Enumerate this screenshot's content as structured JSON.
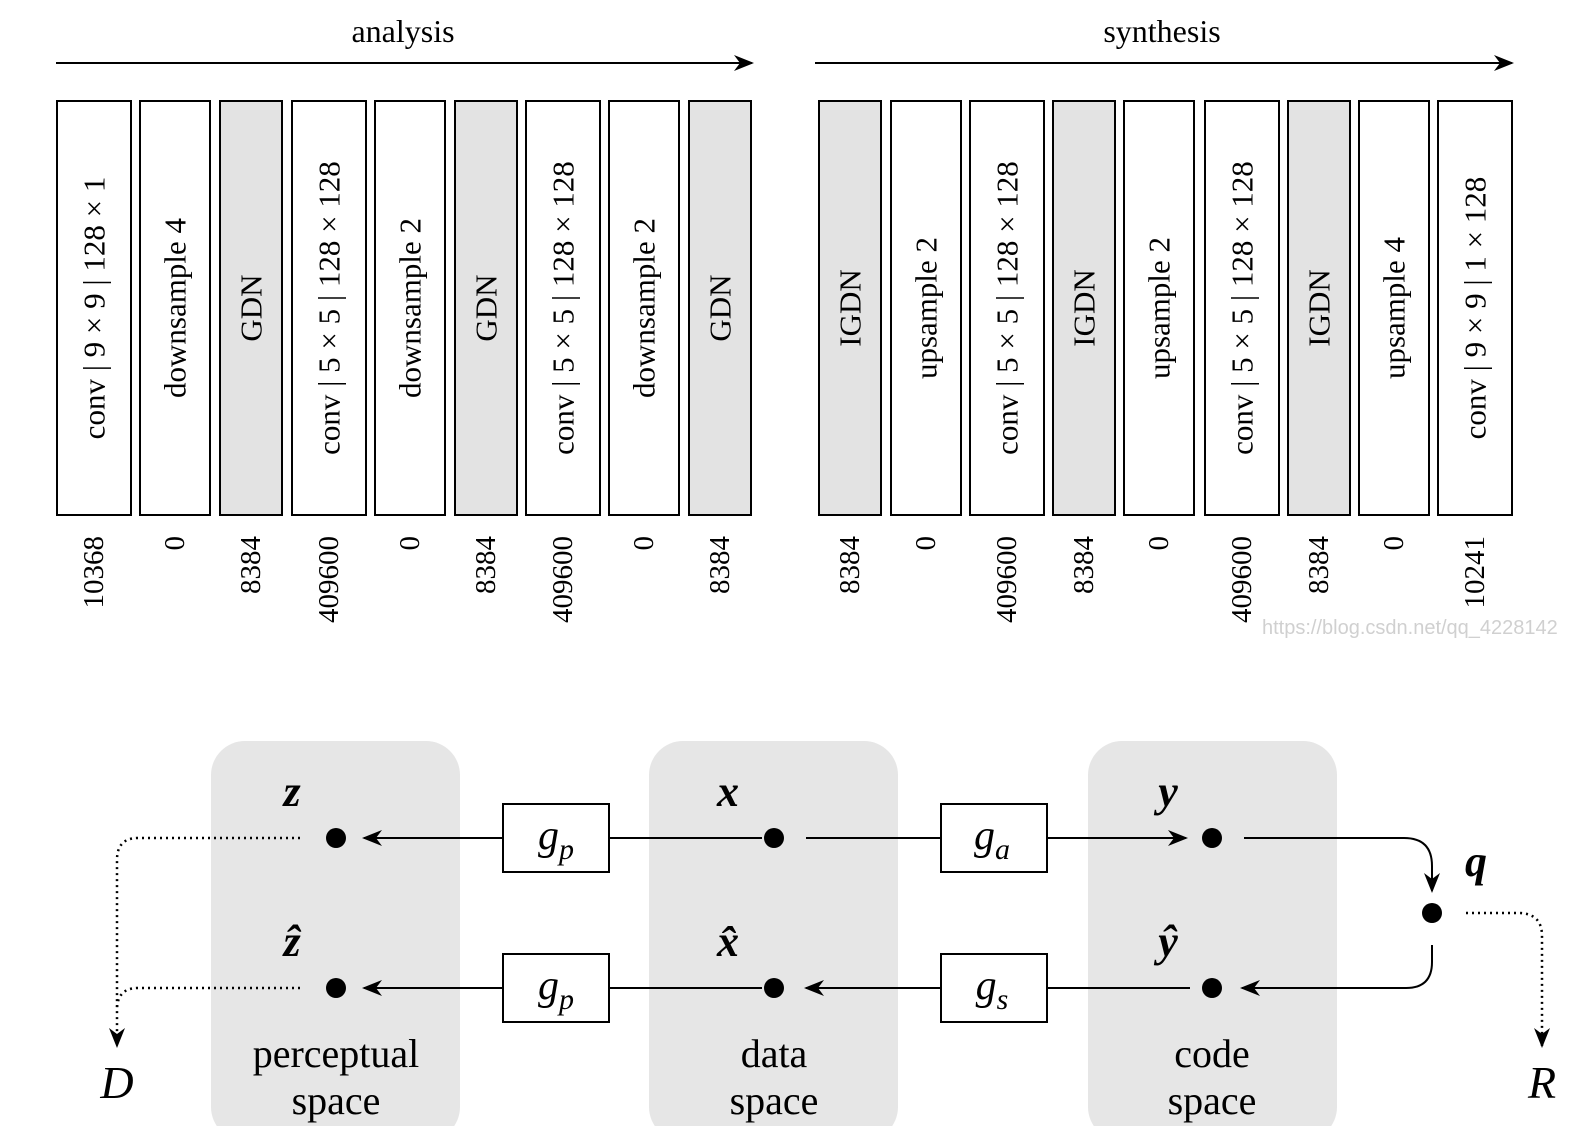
{
  "pipeline": {
    "analysis_title": "analysis",
    "synthesis_title": "synthesis",
    "analysis_layers": [
      {
        "label": "conv | 9 × 9 | 128 × 1",
        "params": "10368",
        "kind": "op"
      },
      {
        "label": "downsample 4",
        "params": "0",
        "kind": "op"
      },
      {
        "label": "GDN",
        "params": "8384",
        "kind": "norm"
      },
      {
        "label": "conv | 5 × 5 | 128 × 128",
        "params": "409600",
        "kind": "op"
      },
      {
        "label": "downsample 2",
        "params": "0",
        "kind": "op"
      },
      {
        "label": "GDN",
        "params": "8384",
        "kind": "norm"
      },
      {
        "label": "conv | 5 × 5 | 128 × 128",
        "params": "409600",
        "kind": "op"
      },
      {
        "label": "downsample 2",
        "params": "0",
        "kind": "op"
      },
      {
        "label": "GDN",
        "params": "8384",
        "kind": "norm"
      }
    ],
    "synthesis_layers": [
      {
        "label": "IGDN",
        "params": "8384",
        "kind": "norm"
      },
      {
        "label": "upsample 2",
        "params": "0",
        "kind": "op"
      },
      {
        "label": "conv | 5 × 5 | 128 × 128",
        "params": "409600",
        "kind": "op"
      },
      {
        "label": "IGDN",
        "params": "8384",
        "kind": "norm"
      },
      {
        "label": "upsample 2",
        "params": "0",
        "kind": "op"
      },
      {
        "label": "conv | 5 × 5 | 128 × 128",
        "params": "409600",
        "kind": "op"
      },
      {
        "label": "IGDN",
        "params": "8384",
        "kind": "norm"
      },
      {
        "label": "upsample 4",
        "params": "0",
        "kind": "op"
      },
      {
        "label": "conv | 9 × 9 | 1 × 128",
        "params": "10241",
        "kind": "op"
      }
    ],
    "watermark": "https://blog.csdn.net/qq_4228142"
  },
  "framework": {
    "spaces": {
      "perceptual_line1": "perceptual",
      "perceptual_line2": "space",
      "data_line1": "data",
      "data_line2": "space",
      "code_line1": "code",
      "code_line2": "space"
    },
    "symbols": {
      "z": "z",
      "z_hat": "ẑ",
      "x": "x",
      "x_hat": "x̂",
      "y": "y",
      "y_hat": "ŷ",
      "q": "q",
      "D": "D",
      "R": "R"
    },
    "transforms": {
      "gp_top_base": "g",
      "gp_top_sub": "p",
      "ga_base": "g",
      "ga_sub": "a",
      "gp_bottom_base": "g",
      "gp_bottom_sub": "p",
      "gs_base": "g",
      "gs_sub": "s"
    },
    "colors": {
      "space_fill": "#e6e6e6",
      "norm_fill": "#e3e3e3",
      "op_fill": "#ffffff",
      "stroke": "#000000"
    }
  }
}
